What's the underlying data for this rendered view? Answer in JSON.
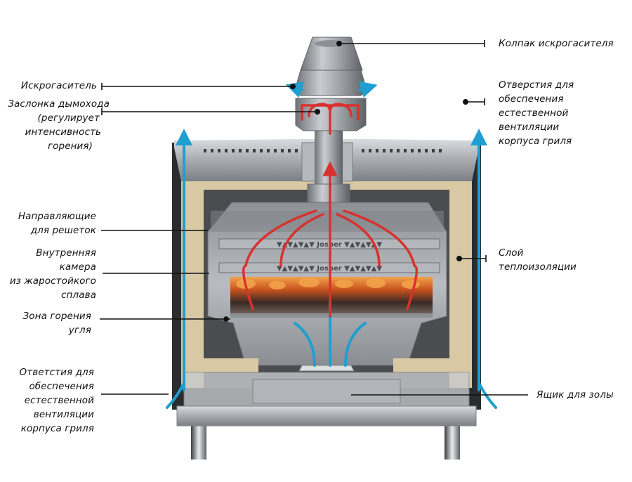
{
  "diagram": {
    "subject": "Charcoal grill oven cross-section (Josper)",
    "brand_on_grates": "Josper",
    "colors": {
      "hot_air_flow": "#d8322e",
      "cool_air_flow": "#1f9fd0",
      "insulation": "#d9c8a4",
      "steel": "#9a9ea3",
      "dark_body": "#2b2c2e"
    },
    "labels": {
      "spark_arrestor_cap": [
        "Колпак искрогасителя"
      ],
      "spark_arrestor": [
        "Искрогаситель"
      ],
      "chimney_damper": [
        "Заслонка дымохода",
        "(регулирует",
        "интенсивность",
        "горения)"
      ],
      "top_vents": [
        "Отверстия для",
        "обеспечения",
        "естественной",
        "вентиляции",
        "корпуса гриля"
      ],
      "grate_guides": [
        "Направляющие",
        "для решеток"
      ],
      "inner_chamber": [
        "Внутренняя",
        "камера",
        "из жаростойкого",
        "сплава"
      ],
      "insulation_layer": [
        "Слой",
        "теплоизоляции"
      ],
      "combustion_zone": [
        "Зона горения",
        "угля"
      ],
      "bottom_vents": [
        "Ответстия для",
        "обеспечения",
        "естественной",
        "вентиляции",
        "корпуса гриля"
      ],
      "ash_drawer": [
        "Ящик для золы"
      ]
    }
  }
}
